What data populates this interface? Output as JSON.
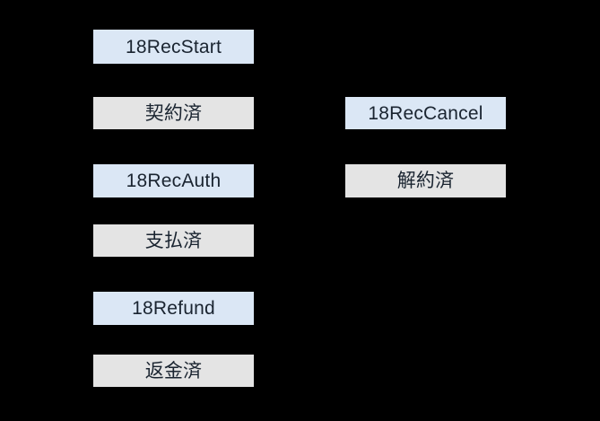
{
  "diagram": {
    "background_color": "#000000",
    "action_color": "#dbe7f5",
    "state_color": "#e4e4e4",
    "text_color": "#1a2430",
    "columns": [
      {
        "name": "primary-flow",
        "nodes": [
          {
            "id": "rec-start",
            "label": "18RecStart",
            "kind": "action",
            "row": 1
          },
          {
            "id": "contracted",
            "label": "契約済",
            "kind": "state",
            "row": 2
          },
          {
            "id": "rec-auth",
            "label": "18RecAuth",
            "kind": "action",
            "row": 3
          },
          {
            "id": "paid",
            "label": "支払済",
            "kind": "state",
            "row": 4
          },
          {
            "id": "refund",
            "label": "18Refund",
            "kind": "action",
            "row": 5
          },
          {
            "id": "refunded",
            "label": "返金済",
            "kind": "state",
            "row": 6
          }
        ]
      },
      {
        "name": "cancel-flow",
        "nodes": [
          {
            "id": "rec-cancel",
            "label": "18RecCancel",
            "kind": "action",
            "row": 2
          },
          {
            "id": "cancelled",
            "label": "解約済",
            "kind": "state",
            "row": 3
          }
        ]
      }
    ]
  }
}
